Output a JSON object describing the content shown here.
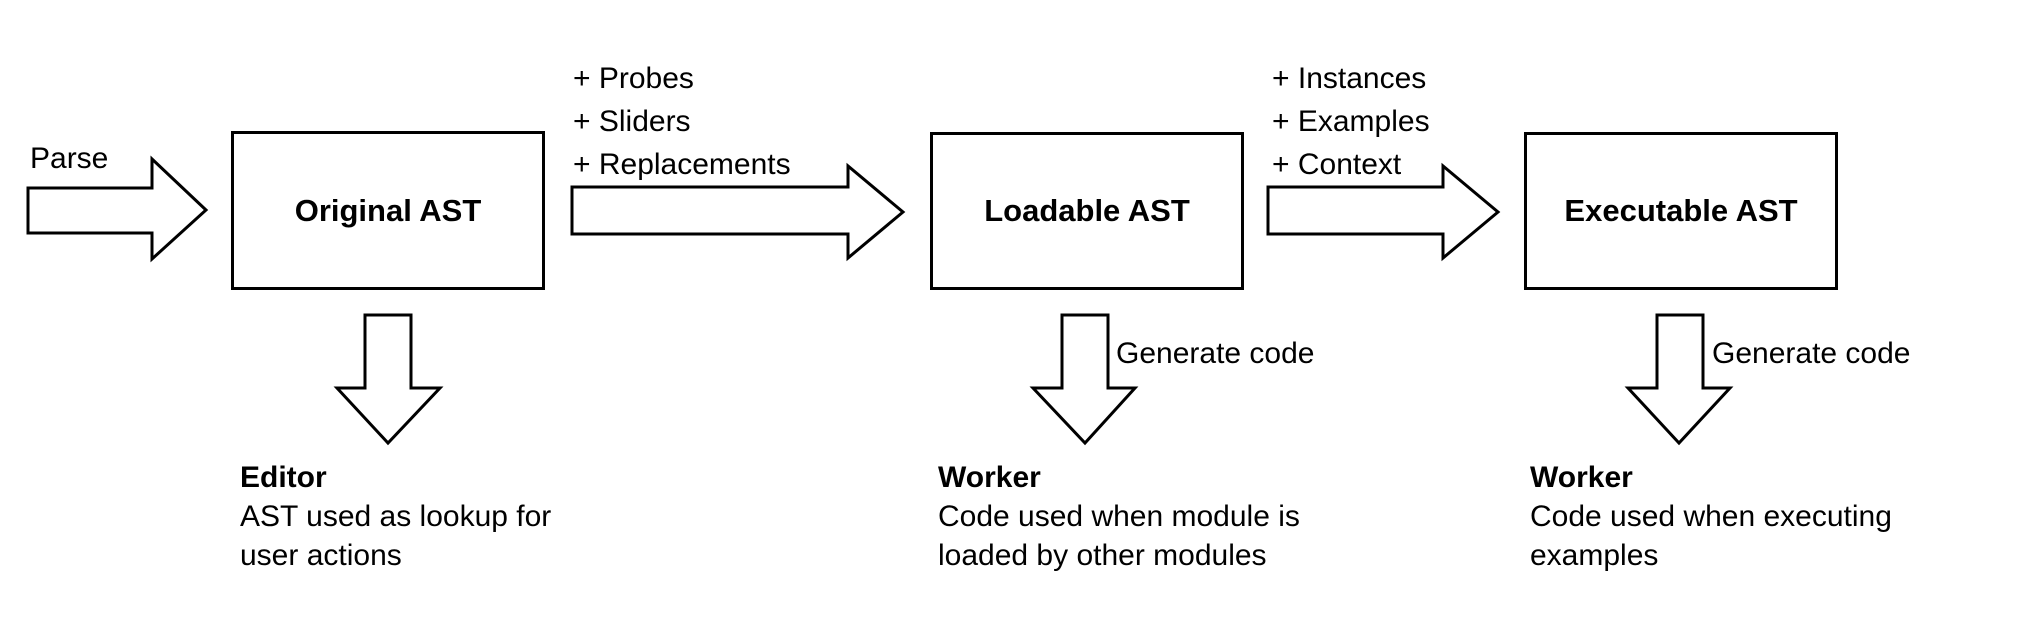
{
  "diagram": {
    "parse_label": "Parse",
    "boxes": [
      {
        "label": "Original AST"
      },
      {
        "label": "Loadable AST"
      },
      {
        "label": "Executable AST"
      }
    ],
    "transform1_additions": [
      "+ Probes",
      "+ Sliders",
      "+ Replacements"
    ],
    "transform2_additions": [
      "+ Instances",
      "+ Examples",
      "+ Context"
    ],
    "outputs": [
      {
        "title": "Editor",
        "line1": "AST used as lookup for",
        "line2": "user actions"
      },
      {
        "title": "Worker",
        "arrow_label": "Generate code",
        "line1": "Code used when module is",
        "line2": "loaded by other modules"
      },
      {
        "title": "Worker",
        "arrow_label": "Generate code",
        "line1": "Code used when executing",
        "line2": "examples"
      }
    ],
    "colors": {
      "stroke": "#000000",
      "background": "#ffffff",
      "text": "#000000"
    }
  }
}
